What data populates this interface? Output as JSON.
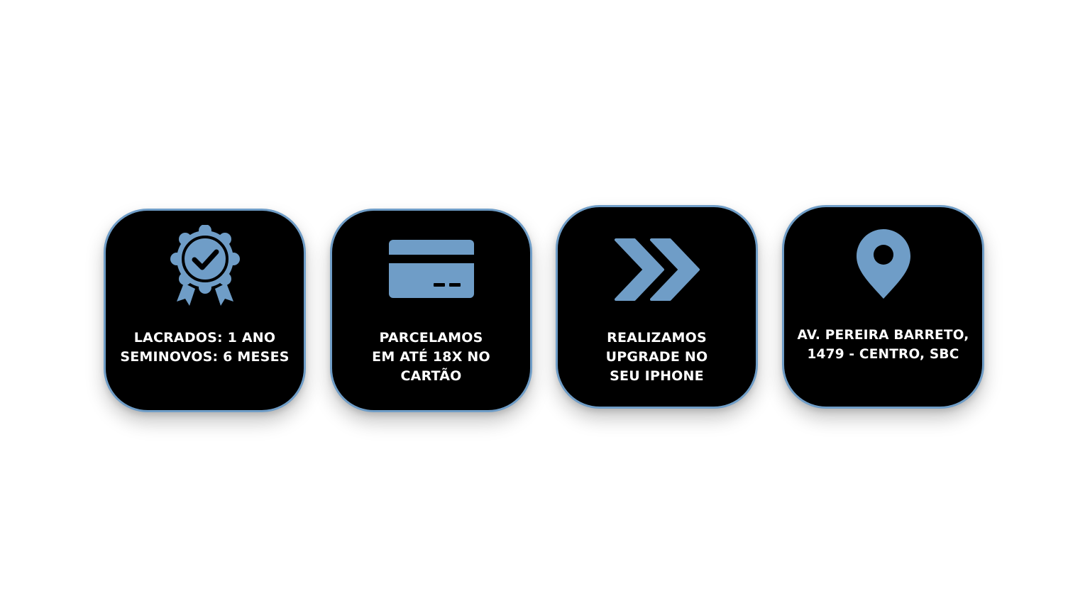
{
  "accent_color": "#6f9dc7",
  "card_background": "#000000",
  "features": [
    {
      "icon": "award-badge-check-icon",
      "text": "LACRADOS: 1 ANO\nSEMINOVOS: 6 MESES"
    },
    {
      "icon": "credit-card-icon",
      "text": "PARCELAMOS\nEM ATÉ 18X NO\nCARTÃO"
    },
    {
      "icon": "double-chevron-right-icon",
      "text": "REALIZAMOS\nUPGRADE NO\nSEU IPHONE"
    },
    {
      "icon": "map-pin-icon",
      "text": "AV. PEREIRA BARRETO,\n1479 - CENTRO, SBC"
    }
  ]
}
